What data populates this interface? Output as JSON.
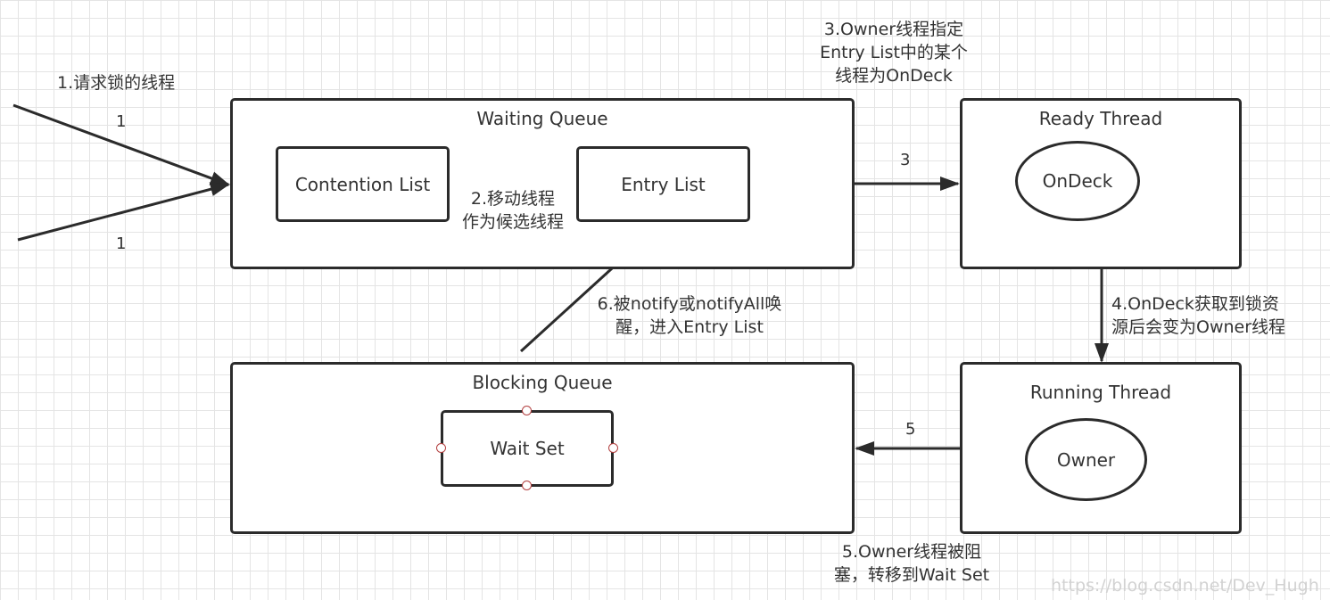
{
  "nodes": {
    "waiting_queue": "Waiting Queue",
    "contention_list": "Contention List",
    "entry_list": "Entry List",
    "ready_thread": "Ready Thread",
    "ondeck": "OnDeck",
    "running_thread": "Running Thread",
    "owner": "Owner",
    "blocking_queue": "Blocking Queue",
    "wait_set": "Wait Set"
  },
  "annotations": {
    "step1": "1.请求锁的线程",
    "step2": [
      "2.移动线程",
      "作为候选线程"
    ],
    "step3": [
      "3.Owner线程指定",
      "Entry List中的某个",
      "线程为OnDeck"
    ],
    "step4": [
      "4.OnDeck获取到锁资",
      "源后会变为Owner线程"
    ],
    "step5": [
      "5.Owner线程被阻",
      "塞，转移到Wait Set"
    ],
    "step6": [
      "6.被notify或notifyAll唤",
      "醒，进入Entry List"
    ]
  },
  "edge_labels": {
    "in_upper": "1",
    "in_lower": "1",
    "to_ready": "3",
    "to_blocking": "5"
  },
  "watermark": "https://blog.csdn.net/Dev_Hugh",
  "colors": {
    "stroke": "#2b2b2b",
    "text": "#333333",
    "grid": "#e4e4e4",
    "handle": "#b34040",
    "watermark": "#d2d2d2"
  }
}
